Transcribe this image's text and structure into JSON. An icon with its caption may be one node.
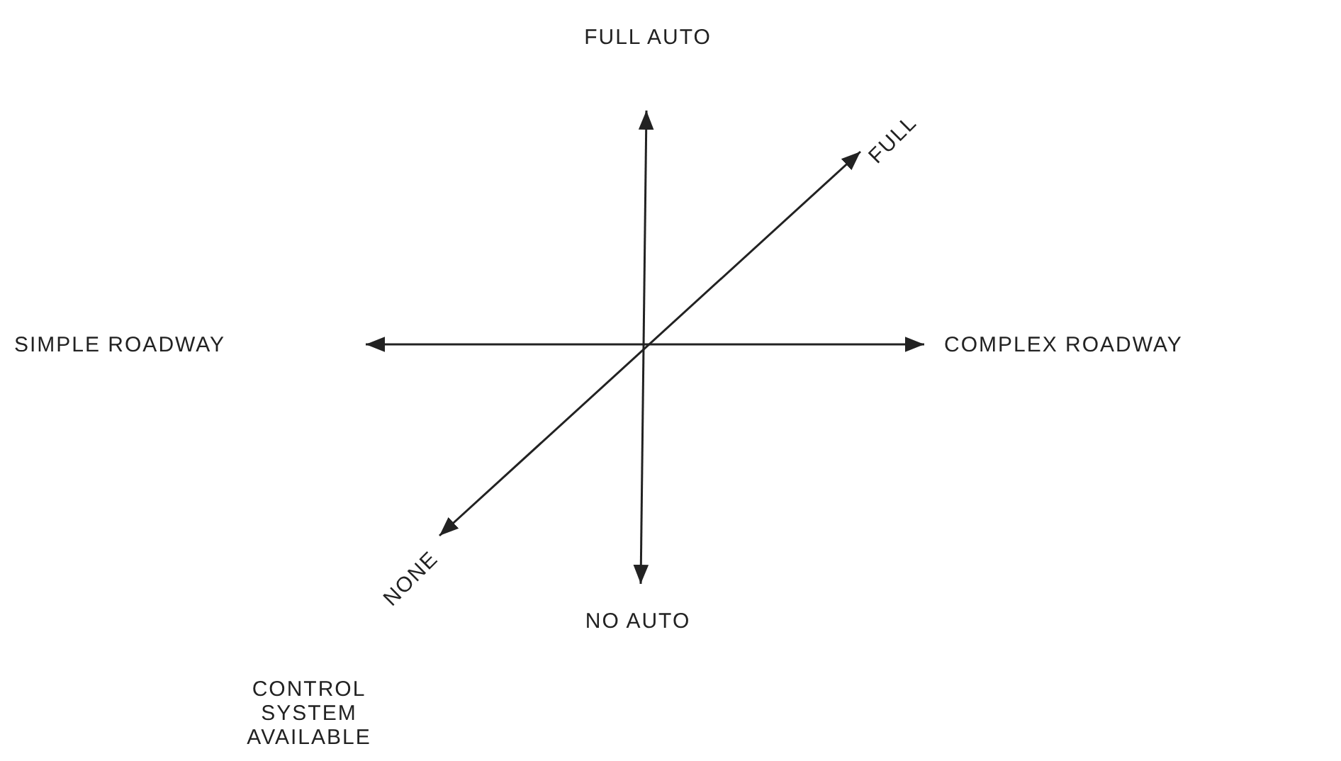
{
  "diagram": {
    "labels": [
      "FULL AUTO",
      "FULL",
      "SIMPLE ROADWAY",
      "COMPLEX ROADWAY",
      "NONE",
      "NO AUTO",
      "CONTROL SYSTEM AVAILABLE"
    ]
  }
}
